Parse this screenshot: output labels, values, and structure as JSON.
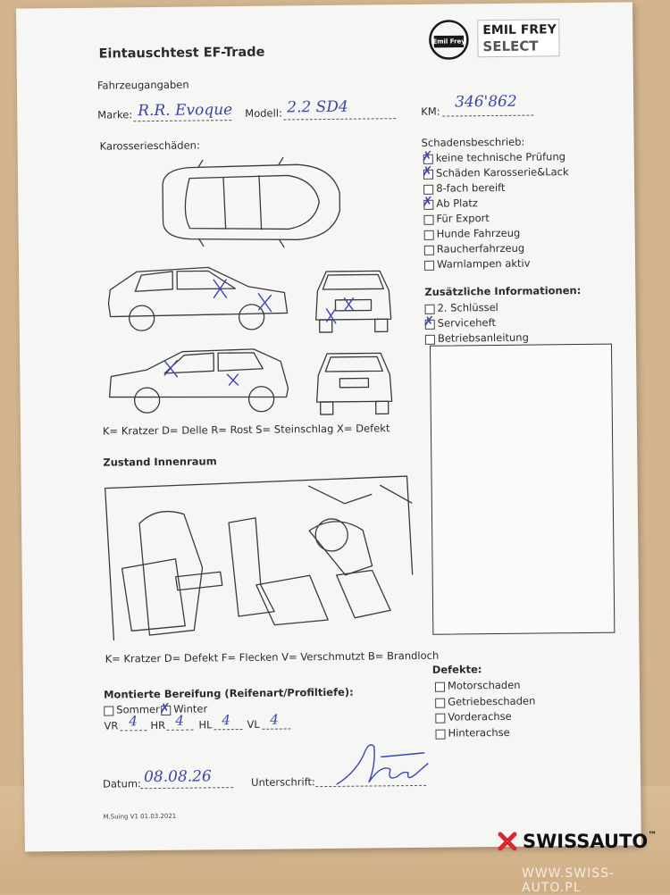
{
  "form": {
    "title": "Eintauschtest EF-Trade",
    "section_vehicle": "Fahrzeugangaben",
    "marke_label": "Marke:",
    "marke_value": "R.R. Evoque",
    "modell_label": "Modell:",
    "modell_value": "2.2 SD4",
    "km_label": "KM:",
    "km_value": "346'862",
    "body_damage": "Karosserieschäden:",
    "body_legend": "K= Kratzer D= Delle R= Rost S= Steinschlag X= Defekt",
    "interior_title": "Zustand Innenraum",
    "interior_legend": "K= Kratzer D= Defekt F= Flecken V= Verschmutzt B= Brandloch",
    "tyres_title": "Montierte Bereifung (Reifenart/Profiltiefe):",
    "sommer": "Sommer",
    "winter": "Winter",
    "vr_label": "VR",
    "vr_value": "4",
    "hr_label": "HR",
    "hr_value": "4",
    "hl_label": "HL",
    "hl_value": "4",
    "vl_label": "VL",
    "vl_value": "4",
    "datum_label": "Datum:",
    "datum_value": "08.08.26",
    "signature_label": "Unterschrift:",
    "footer_code": "M.Suing V1 01.03.2021"
  },
  "logo": {
    "badge_text": "Emil Frey",
    "line1": "EMIL FREY",
    "line2": "SELECT"
  },
  "schaden": {
    "title": "Schadensbeschrieb:",
    "items": [
      {
        "label": "keine technische Prüfung",
        "checked": true
      },
      {
        "label": "Schäden Karosserie&Lack",
        "checked": true
      },
      {
        "label": "8-fach bereift",
        "checked": false
      },
      {
        "label": "Ab Platz",
        "checked": true
      },
      {
        "label": "Für Export",
        "checked": false
      },
      {
        "label": "Hunde Fahrzeug",
        "checked": false
      },
      {
        "label": "Raucherfahrzeug",
        "checked": false
      },
      {
        "label": "Warnlampen aktiv",
        "checked": false
      }
    ]
  },
  "zusatz": {
    "title": "Zusätzliche Informationen:",
    "items": [
      {
        "label": "2. Schlüssel",
        "checked": false
      },
      {
        "label": "Serviceheft",
        "checked": true
      },
      {
        "label": "Betriebsanleitung",
        "checked": false
      }
    ]
  },
  "defekte": {
    "title": "Defekte:",
    "items": [
      {
        "label": "Motorschaden",
        "checked": false
      },
      {
        "label": "Getriebeschaden",
        "checked": false
      },
      {
        "label": "Vorderachse",
        "checked": false
      },
      {
        "label": "Hinterachse",
        "checked": false
      }
    ]
  },
  "watermark": {
    "brand_a": "SWISS",
    "brand_b": "AUTO",
    "tm": "™",
    "url": "WWW.SWISS-AUTO.PL"
  },
  "colors": {
    "pen": "#3b45b5",
    "paper": "#f6f6f4",
    "table": "#d2b48f",
    "logo_red": "#d8282f"
  }
}
